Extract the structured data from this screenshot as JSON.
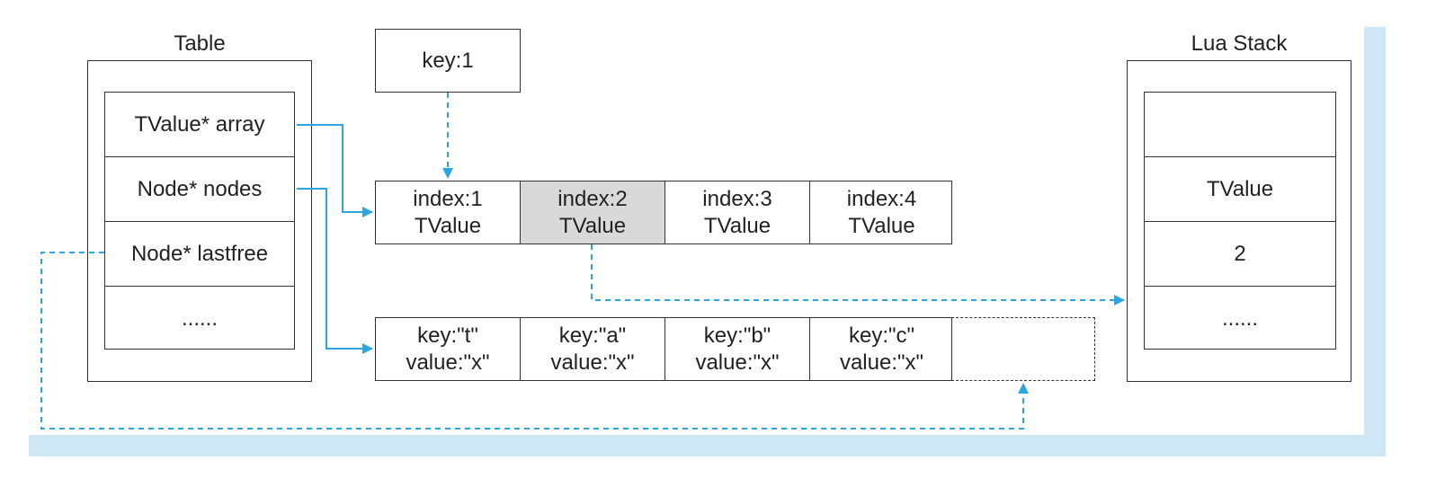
{
  "colors": {
    "arrow": "#2aa7e0",
    "highlight": "#d9d9d9",
    "frame": "#cfe6f7",
    "stroke": "#333333"
  },
  "table": {
    "title": "Table",
    "fields": [
      "TValue* array",
      "Node* nodes",
      "Node* lastfree",
      "......"
    ]
  },
  "key_box": {
    "label": "key:1"
  },
  "array": {
    "cells": [
      {
        "index": "index:1",
        "value": "TValue"
      },
      {
        "index": "index:2",
        "value": "TValue"
      },
      {
        "index": "index:3",
        "value": "TValue"
      },
      {
        "index": "index:4",
        "value": "TValue"
      }
    ]
  },
  "nodes": {
    "cells": [
      {
        "key": "key:\"t\"",
        "value": "value:\"x\""
      },
      {
        "key": "key:\"a\"",
        "value": "value:\"x\""
      },
      {
        "key": "key:\"b\"",
        "value": "value:\"x\""
      },
      {
        "key": "key:\"c\"",
        "value": "value:\"x\""
      }
    ]
  },
  "lua_stack": {
    "title": "Lua Stack",
    "slots": [
      "",
      "TValue",
      "2",
      "......"
    ]
  }
}
